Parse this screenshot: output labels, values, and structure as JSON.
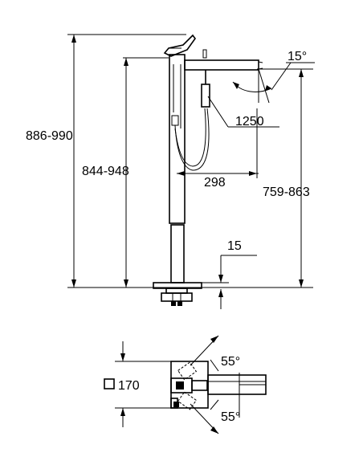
{
  "dimensions": {
    "total_height": "886-990",
    "spout_height": "844-948",
    "outlet_height": "759-863",
    "hose_length": "1250",
    "spout_reach": "298",
    "base_offset": "15",
    "spout_angle": "15°",
    "base_size": "170",
    "rotation_top": "55°",
    "rotation_bottom": "55°"
  }
}
